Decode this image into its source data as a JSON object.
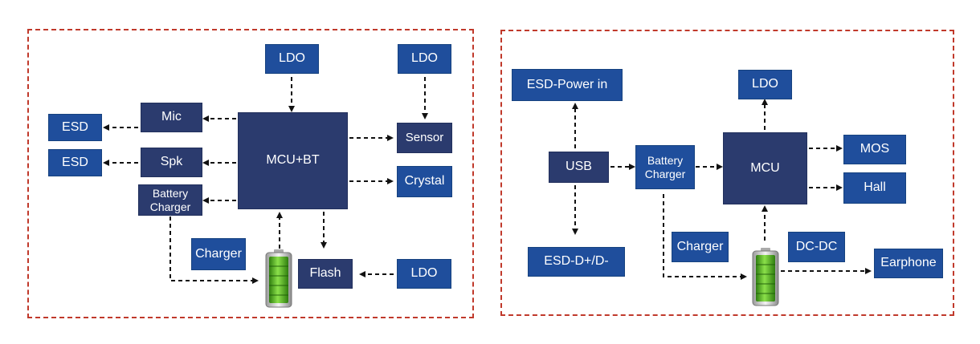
{
  "left": {
    "ldo_top": "LDO",
    "ldo_sensor": "LDO",
    "esd_mic": "ESD",
    "esd_spk": "ESD",
    "mic": "Mic",
    "spk": "Spk",
    "battery_charger_line1": "Battery",
    "battery_charger_line2": "Charger",
    "mcu": "MCU+BT",
    "sensor": "Sensor",
    "crystal": "Crystal",
    "charger": "Charger",
    "flash": "Flash",
    "ldo_flash": "LDO",
    "battery_icon": "battery-icon"
  },
  "right": {
    "esd_power": "ESD-Power in",
    "ldo": "LDO",
    "usb": "USB",
    "battery_charger_line1": "Battery",
    "battery_charger_line2": "Charger",
    "mcu": "MCU",
    "mos": "MOS",
    "hall": "Hall",
    "esd_data": "ESD-D+/D-",
    "charger": "Charger",
    "dcdc": "DC-DC",
    "earphone": "Earphone",
    "battery_icon": "battery-icon"
  },
  "colors": {
    "block_blue": "#1f4e9c",
    "block_navy": "#2b3b6e",
    "border_red": "#c0392b",
    "battery_green": "#4caf1a"
  }
}
